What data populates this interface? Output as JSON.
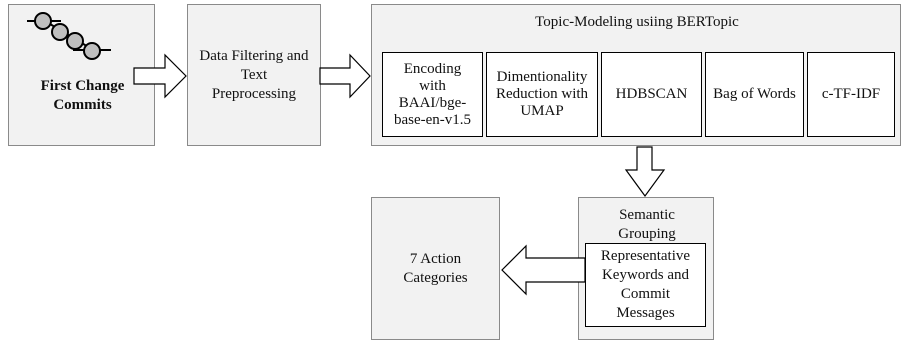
{
  "nodes": {
    "first_change": "First Change\nCommits",
    "filtering": "Data Filtering and\nText\nPreprocessing",
    "topic_modeling_title": "Topic-Modeling  usiing BERTopic",
    "encoding": "Encoding\nwith\nBAAI/bge-\nbase-en-v1.5",
    "dim_reduction": "Dimentionality\nReduction with\nUMAP",
    "hdbscan": "HDBSCAN",
    "bag_of_words": "Bag of Words",
    "ctfidf": "c-TF-IDF",
    "semantic_grouping": "Semantic\nGrouping",
    "representative": "Representative\nKeywords and\nCommit\nMessages",
    "action_categories": "7 Action\nCategories"
  },
  "icons": {
    "commit_graph": "commit-graph-icon"
  },
  "colors": {
    "box_fill": "#f2f2f2",
    "commit_fill": "#bfbfbf"
  }
}
